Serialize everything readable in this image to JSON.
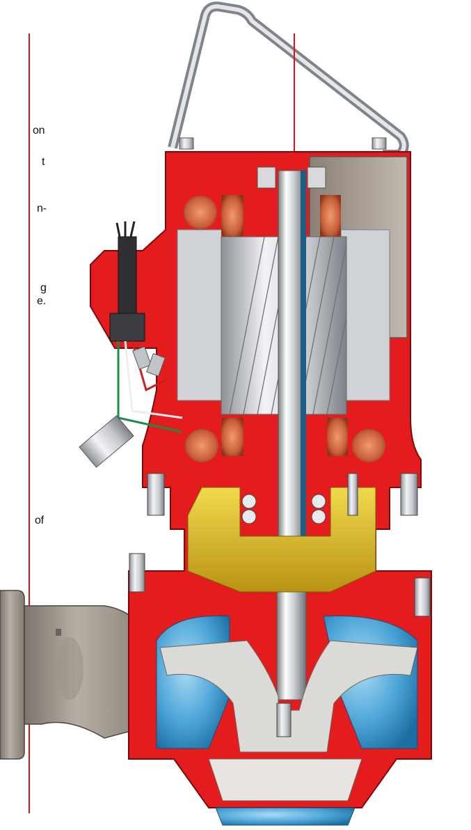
{
  "colors": {
    "housing_red": "#e51c1e",
    "leader_red": "#d7121c",
    "steel": "#c9ccd1",
    "handle_gray": "#bfc3c7",
    "copper": "#c8603a",
    "oil_chamber_yellow": "#e3c22a",
    "impeller_blue": "#4aa3d6",
    "volute_gray": "#a69d94"
  },
  "caption_fragments": [
    {
      "id": "frag-1",
      "text": "on"
    },
    {
      "id": "frag-2",
      "text": "t"
    },
    {
      "id": "frag-3",
      "text": "n-"
    },
    {
      "id": "frag-4",
      "text": "g"
    },
    {
      "id": "frag-5",
      "text": "e."
    },
    {
      "id": "frag-6",
      "text": "of"
    }
  ]
}
